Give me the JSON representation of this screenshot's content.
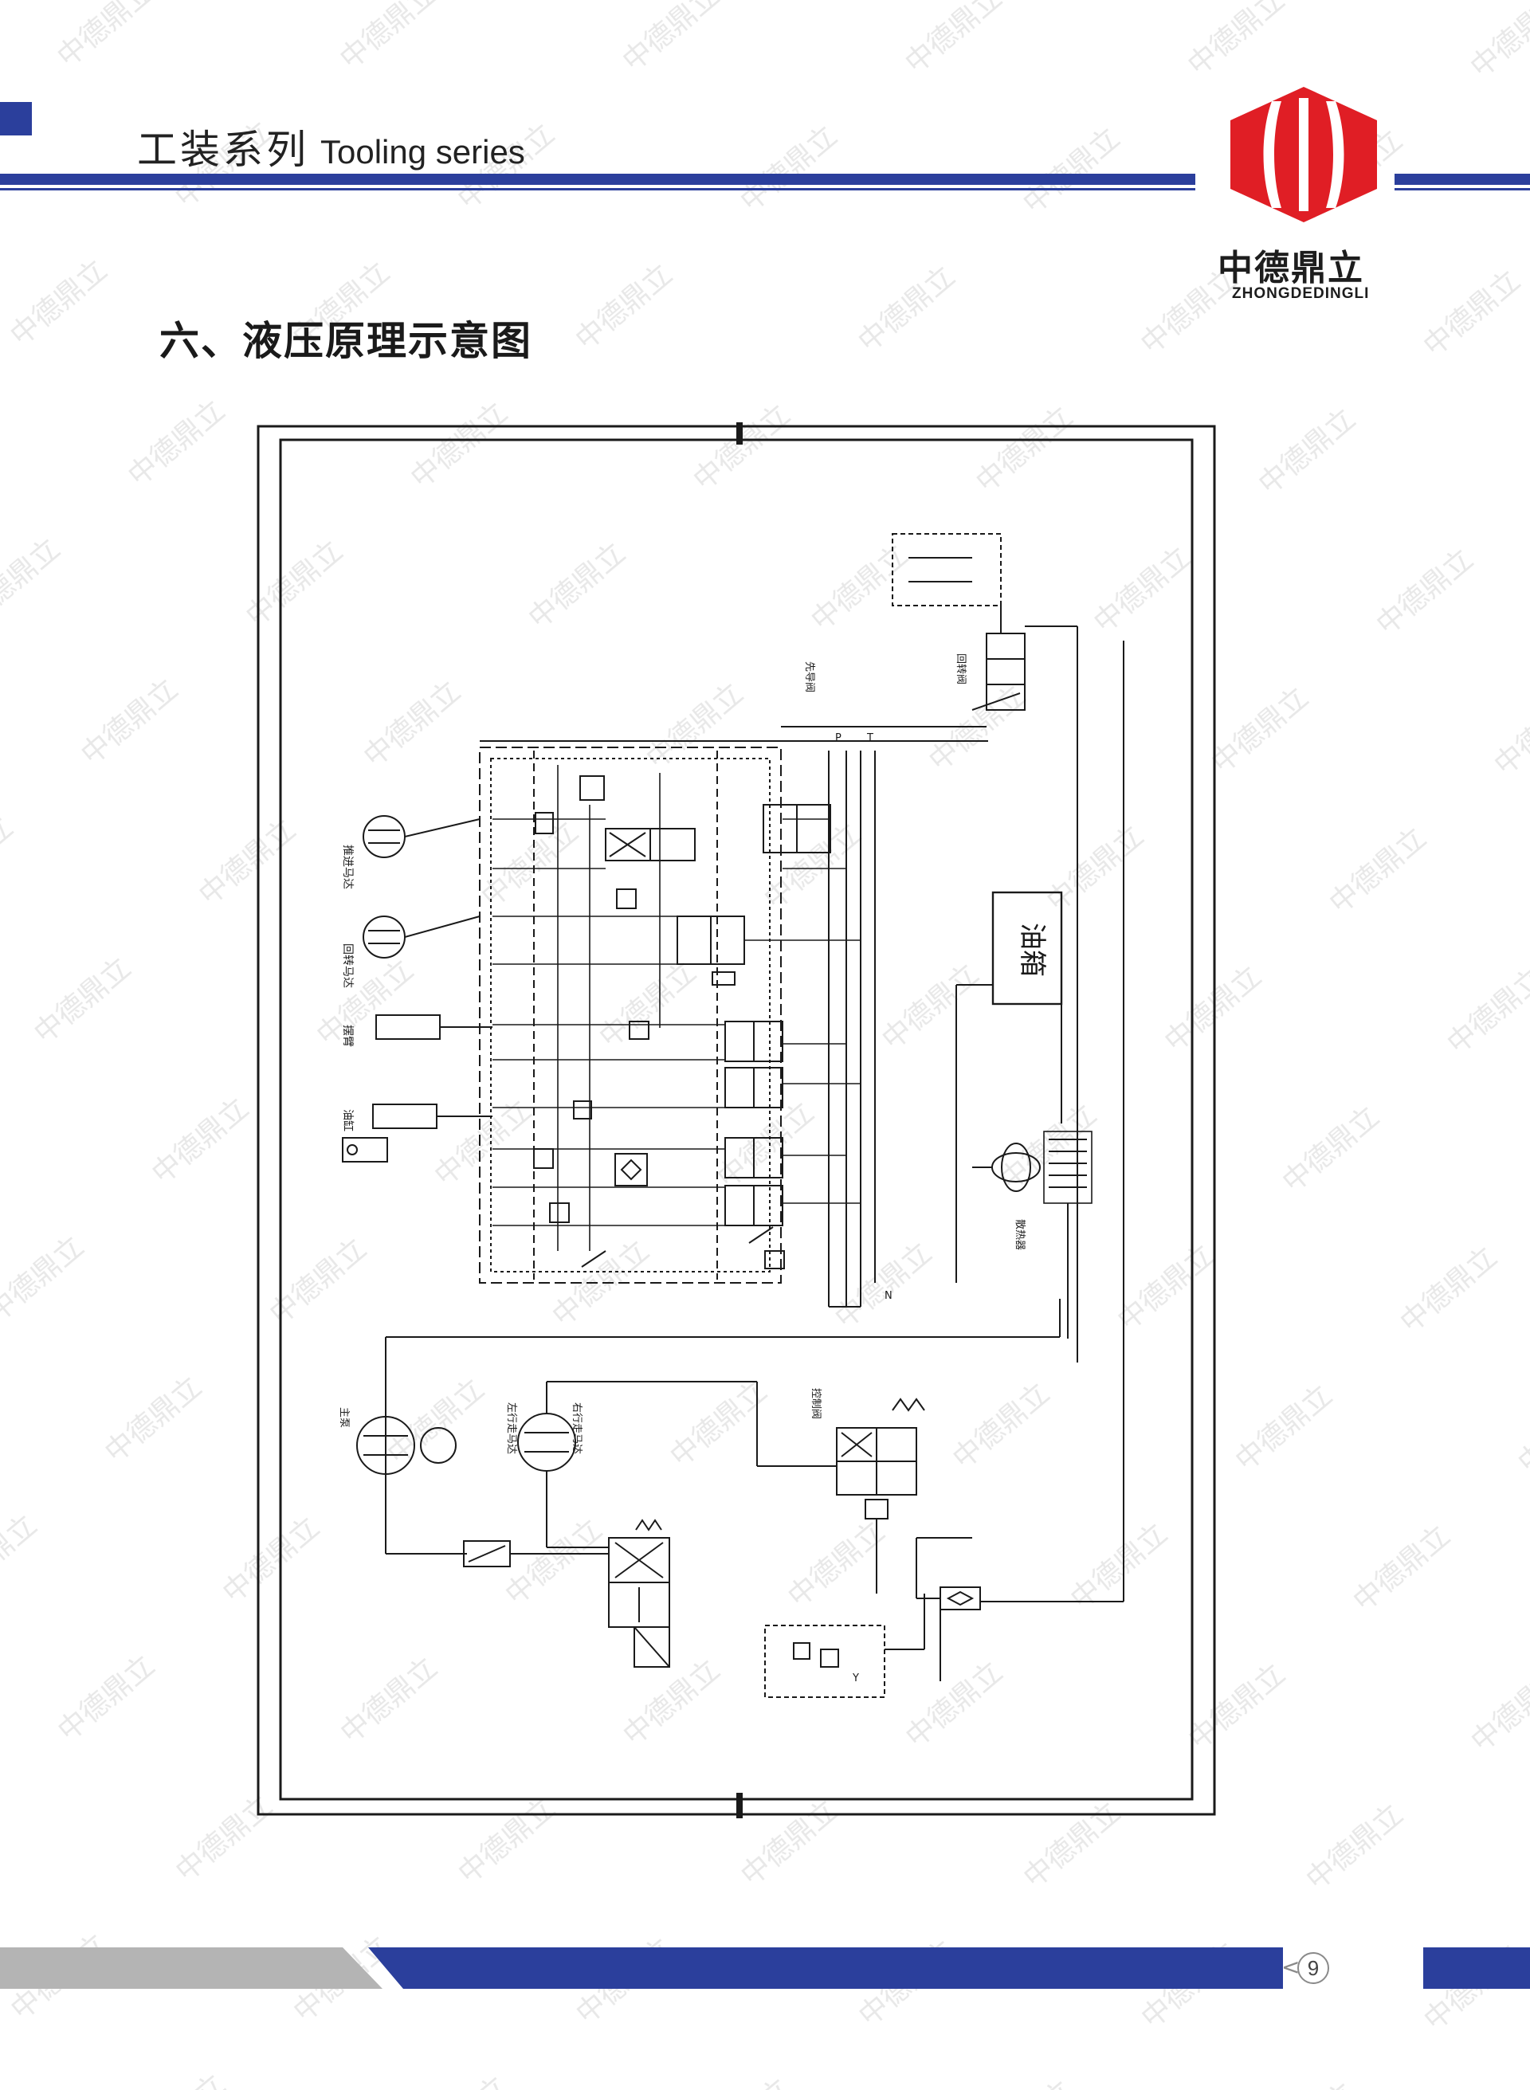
{
  "header": {
    "title_cn": "工装系列",
    "title_en": "Tooling series"
  },
  "logo": {
    "name_cn": "中德鼎立",
    "name_en": "ZHONGDEDINGLI"
  },
  "section": {
    "title": "六、液压原理示意图"
  },
  "diagram": {
    "labels": {
      "motor_a": "推进马达",
      "motor_b": "回转马达",
      "cyl_a": "摆臂",
      "cyl_b": "油缸",
      "tank": "油箱",
      "cooler": "散热器",
      "pump_a": "主泵",
      "motor_left": "左行走马达",
      "motor_right": "右行走马达",
      "valve_top": "回转阀",
      "valve_mid": "先导阀",
      "valve_bot": "控制阀",
      "p": "P",
      "t": "T",
      "y": "Y",
      "n": "N"
    }
  },
  "footer": {
    "page_number": "9",
    "arrow": "<"
  },
  "watermark": {
    "text": "中德鼎立"
  },
  "colors": {
    "brand_blue": "#2b3f9c",
    "logo_red": "#e01e25",
    "footer_gray": "#b4b4b4"
  }
}
